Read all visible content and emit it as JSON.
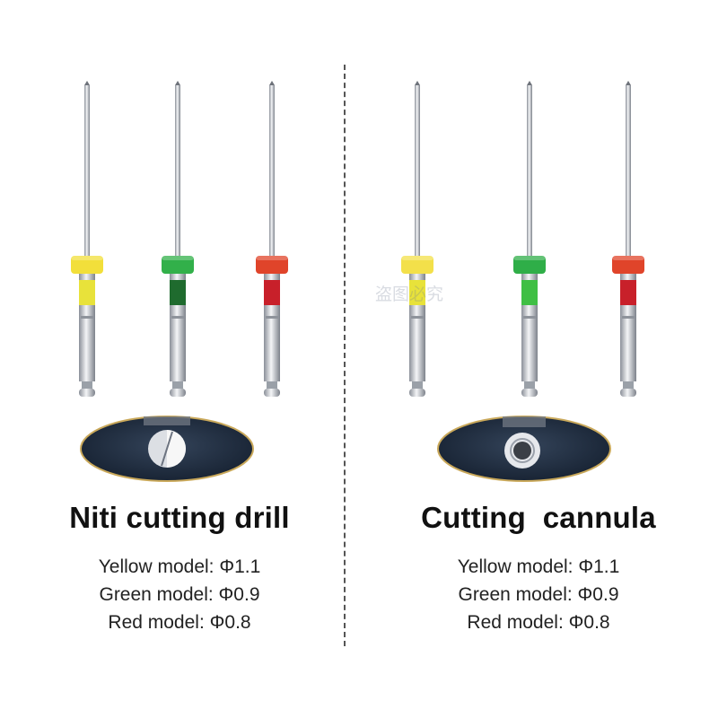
{
  "left": {
    "title": "Niti cutting drill",
    "specs": [
      "Yellow model: Φ1.1",
      "Green model: Φ0.9",
      "Red model: Φ0.8"
    ],
    "tools": [
      {
        "color_name": "yellow",
        "ring": "#f2df3a",
        "band": "#e8e23a"
      },
      {
        "color_name": "green",
        "ring": "#32b04a",
        "band": "#1f6b2e"
      },
      {
        "color_name": "red",
        "ring": "#e0442a",
        "band": "#c8202a"
      }
    ],
    "tip_icon": "half-circle-drill-tip"
  },
  "right": {
    "title": "Cutting  cannula",
    "specs": [
      "Yellow model: Φ1.1",
      "Green model: Φ0.9",
      "Red model: Φ0.8"
    ],
    "tools": [
      {
        "color_name": "yellow",
        "ring": "#f3e04a",
        "band": "#e8e23a"
      },
      {
        "color_name": "green",
        "ring": "#2fae48",
        "band": "#3fbf44"
      },
      {
        "color_name": "red",
        "ring": "#e0442a",
        "band": "#c8202a"
      }
    ],
    "tip_icon": "hollow-ring-cannula-tip"
  },
  "watermark": "盗图必究",
  "colors": {
    "zoom_bg": "#1e2a3a",
    "zoom_border": "#c9a85a",
    "steel": "#b8bcc4"
  }
}
